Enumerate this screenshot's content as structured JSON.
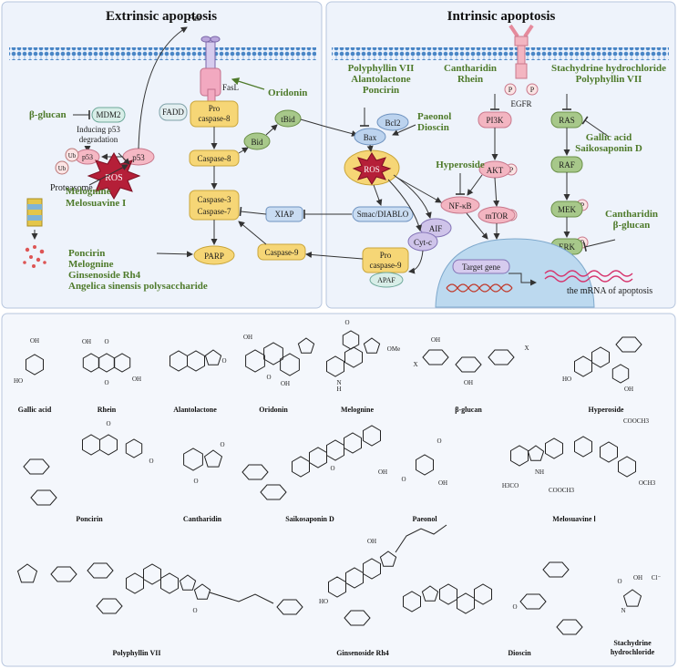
{
  "panels": {
    "extrinsic_title": "Extrinsic apoptosis",
    "intrinsic_title": "Intrinsic apoptosis"
  },
  "extrinsic": {
    "fas": "Fas",
    "fasl": "FasL",
    "fadd": "FADD",
    "pro_caspase8_l1": "Pro",
    "pro_caspase8_l2": "caspase-8",
    "caspase8": "Caspase-8",
    "bid": "Bid",
    "tbid": "tBid",
    "caspase3": "Caspase-3",
    "caspase7": "Caspase-7",
    "xiap": "XIAP",
    "parp": "PARP",
    "caspase9": "Caspase-9",
    "mdm2": "MDM2",
    "p53": "p53",
    "p53_small": "p53",
    "ub1": "Ub",
    "ub2": "Ub",
    "inducing_l1": "Inducing p53",
    "inducing_l2": "degradation",
    "proteasome": "Proteasome",
    "ros": "ROS",
    "drug_bglucan": "β-glucan",
    "drug_oridonin": "Oridonin",
    "drug_melognine": "Melognine",
    "drug_melosuavine": "Melosuavine I",
    "drug_list": [
      "Poncirin",
      "Melognine",
      "Ginsenoside Rh4",
      "Angelica sinensis polysaccharide"
    ]
  },
  "intrinsic": {
    "bax": "Bax",
    "bcl2": "Bcl2",
    "ros": "ROS",
    "smac": "Smac/DIABLO",
    "aif": "AIF",
    "cytc": "Cyt-c",
    "pro_caspase9_l1": "Pro",
    "pro_caspase9_l2": "caspase-9",
    "apaf": "APAF",
    "egfr": "EGFR",
    "pi3k": "PI3K",
    "akt": "AKT",
    "mtor": "mTOR",
    "nfkb": "NF-κB",
    "ras": "RAS",
    "raf": "RAF",
    "mek": "MEK",
    "erk": "ERK",
    "p": "P",
    "target_gene": "Target gene",
    "mrna": "the mRNA of apoptosis",
    "drug_group1": [
      "Polyphyllin VII",
      "Alantolactone",
      "Poncirin"
    ],
    "drug_group2": [
      "Cantharidin",
      "Rhein"
    ],
    "drug_group3": [
      "Stachydrine hydrochloride",
      "Polyphyllin VII"
    ],
    "drug_paeonol": [
      "Paeonol",
      "Dioscin"
    ],
    "drug_hyperoside": "Hyperoside",
    "drug_gallic": [
      "Gallic acid",
      "Saikosaponin D"
    ],
    "drug_canth2": [
      "Cantharidin",
      "β-glucan"
    ]
  },
  "structures": {
    "row1": [
      "Gallic acid",
      "Rhein",
      "Alantolactone",
      "Oridonin",
      "Melognine",
      "β-glucan",
      "Hyperoside"
    ],
    "row2": [
      "Poncirin",
      "Cantharidin",
      "Saikosaponin D",
      "Paeonol",
      "Melosuavine Ⅰ"
    ],
    "row3": [
      "Polyphyllin VII",
      "Ginsenoside Rh4",
      "Dioscin",
      "Stachydrine",
      "hydrochloride"
    ]
  },
  "atoms": {
    "o": "O",
    "oh": "OH",
    "ho": "HO",
    "h": "H",
    "n": "N",
    "ome": "OMe",
    "x": "X",
    "cooch3": "COOCH3",
    "h3co": "H3CO",
    "och3": "OCH3",
    "cl": "Cl⁻",
    "nh": "NH"
  }
}
